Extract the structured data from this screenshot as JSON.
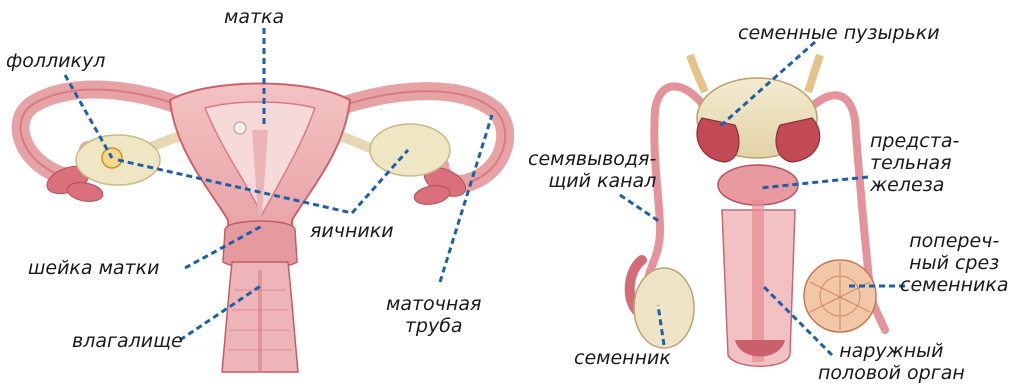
{
  "female": {
    "labels": {
      "uterus": "матка",
      "follicle": "фолликул",
      "ovaries": "яичники",
      "cervix": "шейка матки",
      "vagina": "влагалище",
      "fallopian_tube_1": "маточная",
      "fallopian_tube_2": "труба"
    }
  },
  "male": {
    "labels": {
      "seminal_vesicles": "семенные пузырьки",
      "vas_deferens_1": "семявыводя-",
      "vas_deferens_2": "щий канал",
      "prostate_1": "предста-",
      "prostate_2": "тельная",
      "prostate_3": "железа",
      "cross_section_1": "попереч-",
      "cross_section_2": "ный срез",
      "cross_section_3": "семенника",
      "testis": "семенник",
      "external_1": "наружный",
      "external_2": "половой орган"
    }
  },
  "colors": {
    "leader_line": "#1f5fa8",
    "tissue_pink": "#e8a3a8",
    "tissue_dark": "#c9606b",
    "ovary_cream": "#efe6c4"
  }
}
